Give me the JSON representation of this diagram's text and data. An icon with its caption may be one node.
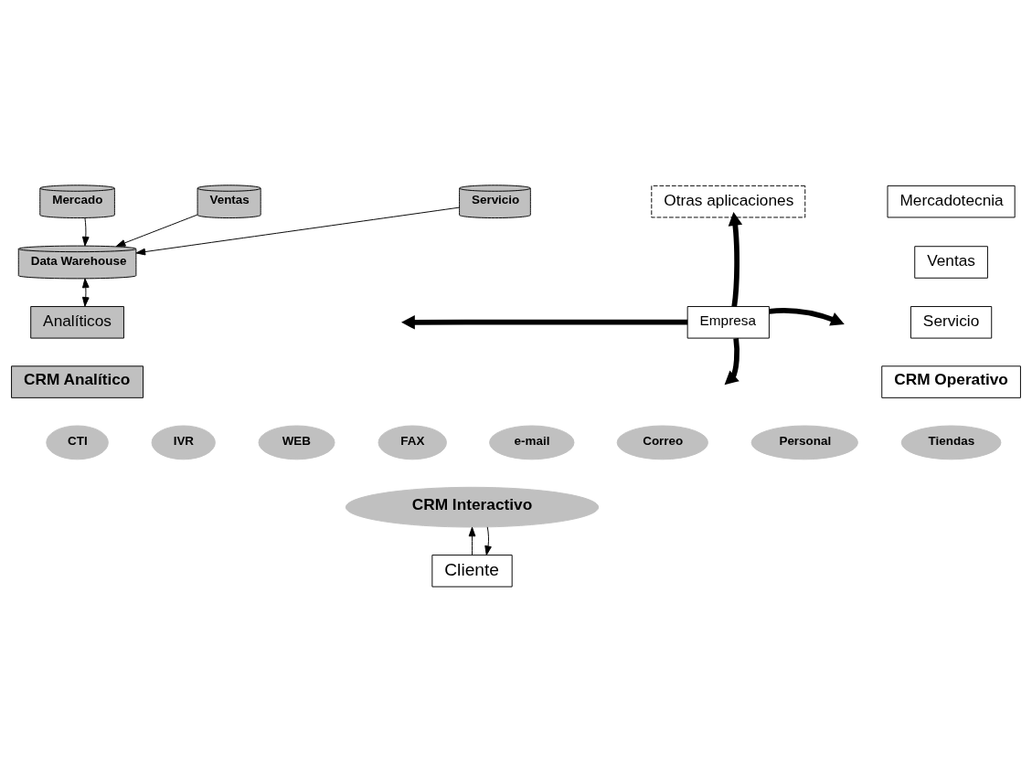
{
  "diagram": {
    "nodes": [
      {
        "text": [
          "Mercado"
        ]
      },
      {
        "text": [
          "Ventas"
        ]
      },
      {
        "text": [
          "Servicio"
        ]
      },
      {
        "text": [
          "Data Warehouse"
        ]
      },
      {
        "text": [
          "Analíticos"
        ]
      },
      {
        "text": [
          "CRM Analítico"
        ]
      },
      {
        "text": [
          "Otras aplicaciones"
        ]
      },
      {
        "text": [
          "Empresa"
        ]
      },
      {
        "text": [
          "Mercadotecnia"
        ]
      },
      {
        "text": [
          "Ventas"
        ]
      },
      {
        "text": [
          "Servicio"
        ]
      },
      {
        "text": [
          "CRM Operativo"
        ]
      },
      {
        "text": [
          "CTI"
        ]
      },
      {
        "text": [
          "IVR"
        ]
      },
      {
        "text": [
          "WEB"
        ]
      },
      {
        "text": [
          "FAX"
        ]
      },
      {
        "text": [
          "e-mail"
        ]
      },
      {
        "text": [
          "Correo"
        ]
      },
      {
        "text": [
          "Personal"
        ]
      },
      {
        "text": [
          "Tiendas"
        ]
      },
      {
        "text": [
          "CRM Interactivo"
        ]
      },
      {
        "text": [
          "Cliente"
        ]
      }
    ],
    "edges": [
      {
        "from": 0,
        "to": 3,
        "arrow": "to"
      },
      {
        "from": 1,
        "to": 3,
        "arrow": "to"
      },
      {
        "from": 2,
        "to": 3,
        "arrow": "to"
      },
      {
        "from": 3,
        "to": 4,
        "arrow": "both"
      },
      {
        "from": 7,
        "to": 6,
        "arrow": "to",
        "style": "thick"
      },
      {
        "from": 7,
        "to": null,
        "arrow": "to",
        "style": "thick"
      },
      {
        "from": 7,
        "to": null,
        "arrow": "to",
        "style": "thick"
      },
      {
        "from": 7,
        "to": null,
        "arrow": "to",
        "style": "thick"
      },
      {
        "from": 21,
        "to": 20,
        "arrow": "to"
      },
      {
        "from": 20,
        "to": 21,
        "arrow": "to"
      }
    ]
  }
}
